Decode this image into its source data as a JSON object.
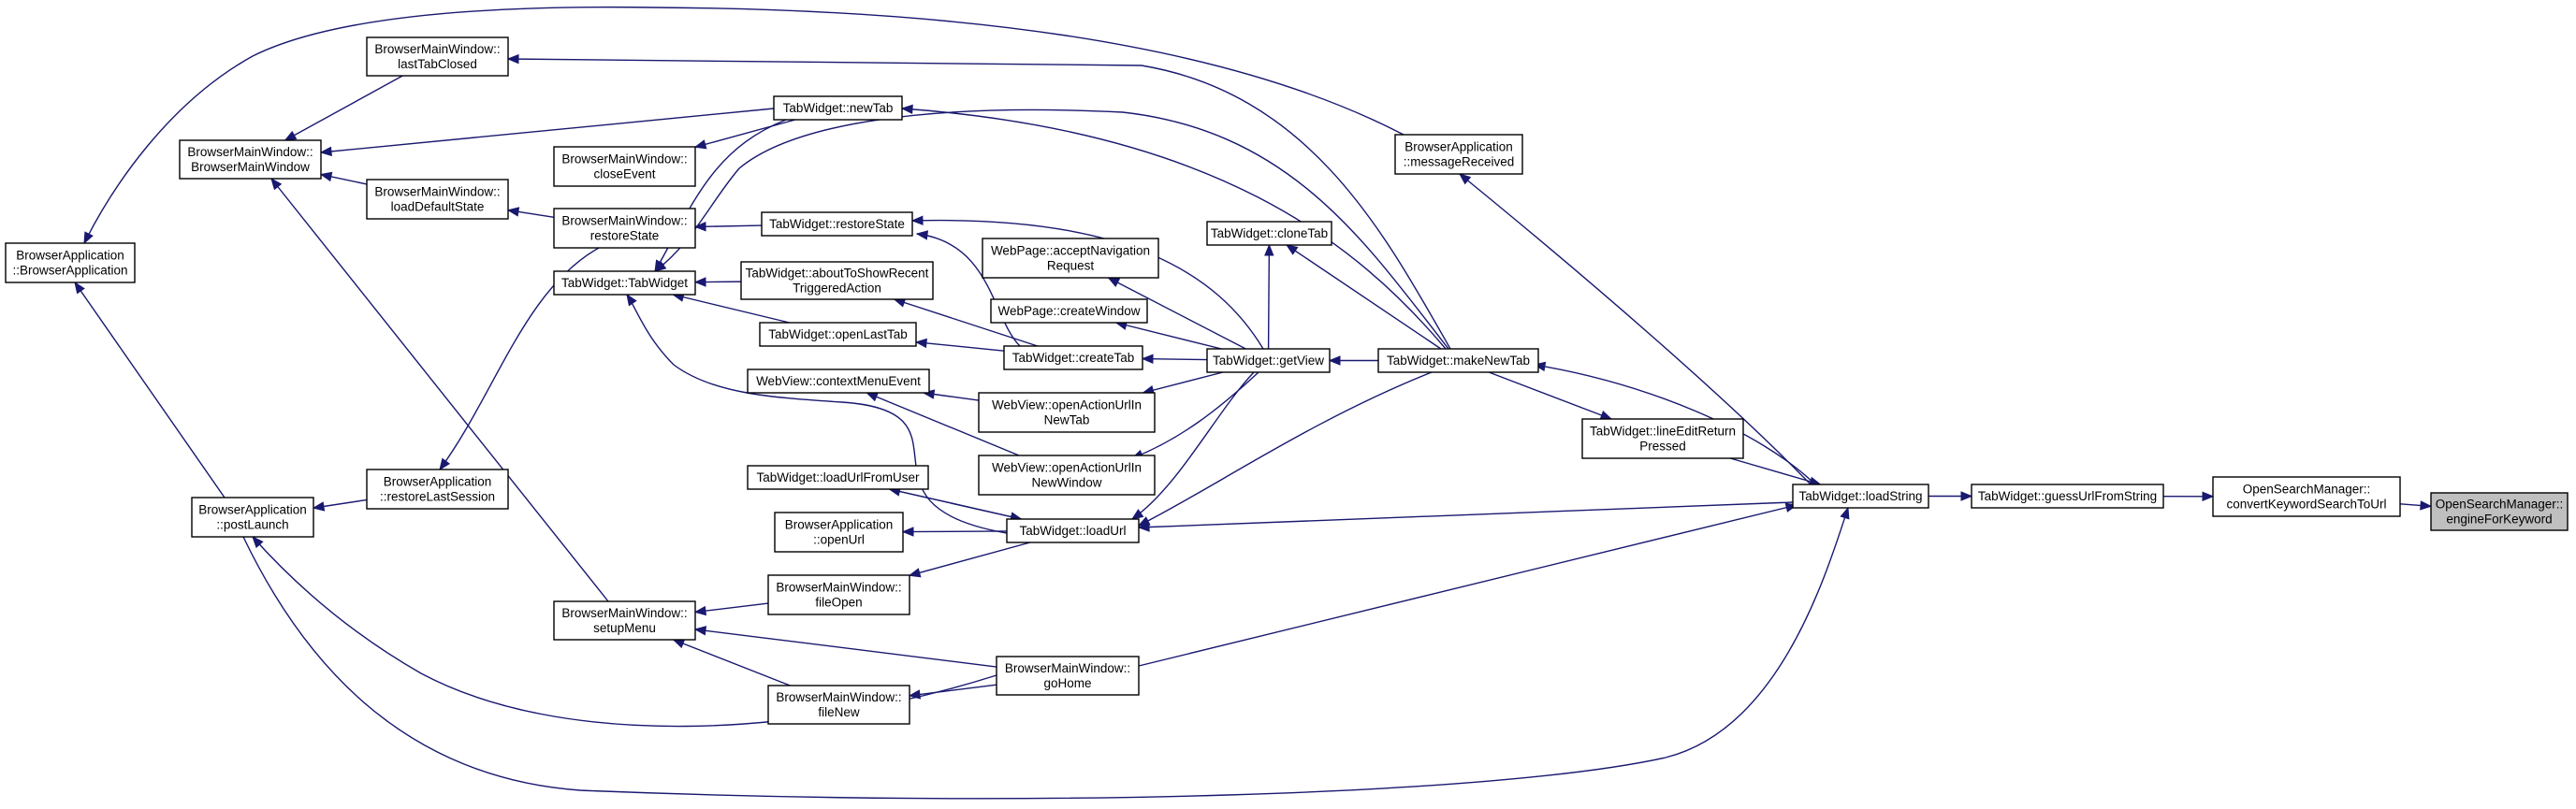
{
  "diagram": {
    "nodes": [
      {
        "id": "n_engine",
        "lines": [
          "OpenSearchManager::",
          "engineForKeyword"
        ],
        "root": true
      },
      {
        "id": "n_convert",
        "lines": [
          "OpenSearchManager::",
          "convertKeywordSearchToUrl"
        ]
      },
      {
        "id": "n_guess",
        "lines": [
          "TabWidget::guessUrlFromString"
        ]
      },
      {
        "id": "n_loadString",
        "lines": [
          "TabWidget::loadString"
        ]
      },
      {
        "id": "n_lineEdit",
        "lines": [
          "TabWidget::lineEditReturn",
          "Pressed"
        ]
      },
      {
        "id": "n_msgRecv",
        "lines": [
          "BrowserApplication",
          "::messageReceived"
        ]
      },
      {
        "id": "n_makeNewTab",
        "lines": [
          "TabWidget::makeNewTab"
        ]
      },
      {
        "id": "n_getView",
        "lines": [
          "TabWidget::getView"
        ]
      },
      {
        "id": "n_cloneTab",
        "lines": [
          "TabWidget::cloneTab"
        ]
      },
      {
        "id": "n_acceptNav",
        "lines": [
          "WebPage::acceptNavigation",
          "Request"
        ]
      },
      {
        "id": "n_createWindow",
        "lines": [
          "WebPage::createWindow"
        ]
      },
      {
        "id": "n_createTab",
        "lines": [
          "TabWidget::createTab"
        ]
      },
      {
        "id": "n_openNewTab",
        "lines": [
          "WebView::openActionUrlIn",
          "NewTab"
        ]
      },
      {
        "id": "n_openNewWindow",
        "lines": [
          "WebView::openActionUrlIn",
          "NewWindow"
        ]
      },
      {
        "id": "n_loadUrl",
        "lines": [
          "TabWidget::loadUrl"
        ]
      },
      {
        "id": "n_goHome",
        "lines": [
          "BrowserMainWindow::",
          "goHome"
        ]
      },
      {
        "id": "n_newTab",
        "lines": [
          "TabWidget::newTab"
        ]
      },
      {
        "id": "n_restoreState",
        "lines": [
          "TabWidget::restoreState"
        ]
      },
      {
        "id": "n_aboutToShow",
        "lines": [
          "TabWidget::aboutToShowRecent",
          "TriggeredAction"
        ]
      },
      {
        "id": "n_openLastTab",
        "lines": [
          "TabWidget::openLastTab"
        ]
      },
      {
        "id": "n_contextMenu",
        "lines": [
          "WebView::contextMenuEvent"
        ]
      },
      {
        "id": "n_loadUrlFromUser",
        "lines": [
          "TabWidget::loadUrlFromUser"
        ]
      },
      {
        "id": "n_openUrl",
        "lines": [
          "BrowserApplication",
          "::openUrl"
        ]
      },
      {
        "id": "n_fileOpen",
        "lines": [
          "BrowserMainWindow::",
          "fileOpen"
        ]
      },
      {
        "id": "n_fileNew",
        "lines": [
          "BrowserMainWindow::",
          "fileNew"
        ]
      },
      {
        "id": "n_lastTabClosed",
        "lines": [
          "BrowserMainWindow::",
          "lastTabClosed"
        ]
      },
      {
        "id": "n_closeEvent",
        "lines": [
          "BrowserMainWindow::",
          "closeEvent"
        ]
      },
      {
        "id": "n_bmwRestoreState",
        "lines": [
          "BrowserMainWindow::",
          "restoreState"
        ]
      },
      {
        "id": "n_tabWidgetCtor",
        "lines": [
          "TabWidget::TabWidget"
        ]
      },
      {
        "id": "n_setupMenu",
        "lines": [
          "BrowserMainWindow::",
          "setupMenu"
        ]
      },
      {
        "id": "n_bmwCtor",
        "lines": [
          "BrowserMainWindow::",
          "BrowserMainWindow"
        ]
      },
      {
        "id": "n_loadDefaultState",
        "lines": [
          "BrowserMainWindow::",
          "loadDefaultState"
        ]
      },
      {
        "id": "n_restoreLastSession",
        "lines": [
          "BrowserApplication",
          "::restoreLastSession"
        ]
      },
      {
        "id": "n_postLaunch",
        "lines": [
          "BrowserApplication",
          "::postLaunch"
        ]
      },
      {
        "id": "n_baCtor",
        "lines": [
          "BrowserApplication",
          "::BrowserApplication"
        ]
      }
    ],
    "edges": [
      {
        "from": "n_convert",
        "to": "n_engine"
      },
      {
        "from": "n_guess",
        "to": "n_convert"
      },
      {
        "from": "n_loadString",
        "to": "n_guess"
      },
      {
        "from": "n_loadString",
        "to": "n_loadUrl"
      },
      {
        "from": "n_loadString",
        "to": "n_makeNewTab"
      },
      {
        "from": "n_loadString",
        "to": "n_msgRecv"
      },
      {
        "from": "n_lineEdit",
        "to": "n_loadString"
      },
      {
        "from": "n_goHome",
        "to": "n_loadString"
      },
      {
        "from": "n_postLaunch",
        "to": "n_loadString"
      },
      {
        "from": "n_makeNewTab",
        "to": "n_getView"
      },
      {
        "from": "n_makeNewTab",
        "to": "n_lineEdit"
      },
      {
        "from": "n_makeNewTab",
        "to": "n_loadUrl"
      },
      {
        "from": "n_makeNewTab",
        "to": "n_cloneTab"
      },
      {
        "from": "n_makeNewTab",
        "to": "n_newTab"
      },
      {
        "from": "n_makeNewTab",
        "to": "n_lastTabClosed"
      },
      {
        "from": "n_makeNewTab",
        "to": "n_tabWidgetCtor"
      },
      {
        "from": "n_getView",
        "to": "n_createTab"
      },
      {
        "from": "n_getView",
        "to": "n_cloneTab"
      },
      {
        "from": "n_getView",
        "to": "n_acceptNav"
      },
      {
        "from": "n_getView",
        "to": "n_createWindow"
      },
      {
        "from": "n_getView",
        "to": "n_openNewTab"
      },
      {
        "from": "n_getView",
        "to": "n_openNewWindow"
      },
      {
        "from": "n_getView",
        "to": "n_loadUrl"
      },
      {
        "from": "n_getView",
        "to": "n_restoreState"
      },
      {
        "from": "n_createTab",
        "to": "n_restoreState"
      },
      {
        "from": "n_createTab",
        "to": "n_aboutToShow"
      },
      {
        "from": "n_createTab",
        "to": "n_openLastTab"
      },
      {
        "from": "n_openNewTab",
        "to": "n_contextMenu"
      },
      {
        "from": "n_openNewWindow",
        "to": "n_contextMenu"
      },
      {
        "from": "n_loadUrl",
        "to": "n_loadUrlFromUser"
      },
      {
        "from": "n_loadUrl",
        "to": "n_openUrl"
      },
      {
        "from": "n_loadUrl",
        "to": "n_fileOpen"
      },
      {
        "from": "n_loadUrl",
        "to": "n_tabWidgetCtor"
      },
      {
        "from": "n_loadUrlFromUser",
        "to": "n_loadUrl"
      },
      {
        "from": "n_goHome",
        "to": "n_setupMenu"
      },
      {
        "from": "n_goHome",
        "to": "n_fileNew"
      },
      {
        "from": "n_goHome",
        "to": "n_postLaunch"
      },
      {
        "from": "n_restoreState",
        "to": "n_bmwRestoreState"
      },
      {
        "from": "n_newTab",
        "to": "n_bmwCtor"
      },
      {
        "from": "n_newTab",
        "to": "n_closeEvent"
      },
      {
        "from": "n_newTab",
        "to": "n_tabWidgetCtor"
      },
      {
        "from": "n_aboutToShow",
        "to": "n_tabWidgetCtor"
      },
      {
        "from": "n_openLastTab",
        "to": "n_tabWidgetCtor"
      },
      {
        "from": "n_fileOpen",
        "to": "n_setupMenu"
      },
      {
        "from": "n_fileNew",
        "to": "n_setupMenu"
      },
      {
        "from": "n_setupMenu",
        "to": "n_bmwCtor"
      },
      {
        "from": "n_lastTabClosed",
        "to": "n_bmwCtor"
      },
      {
        "from": "n_bmwRestoreState",
        "to": "n_loadDefaultState"
      },
      {
        "from": "n_bmwRestoreState",
        "to": "n_restoreLastSession"
      },
      {
        "from": "n_loadDefaultState",
        "to": "n_bmwCtor"
      },
      {
        "from": "n_restoreLastSession",
        "to": "n_postLaunch"
      },
      {
        "from": "n_postLaunch",
        "to": "n_baCtor"
      },
      {
        "from": "n_msgRecv",
        "to": "n_baCtor"
      }
    ]
  }
}
